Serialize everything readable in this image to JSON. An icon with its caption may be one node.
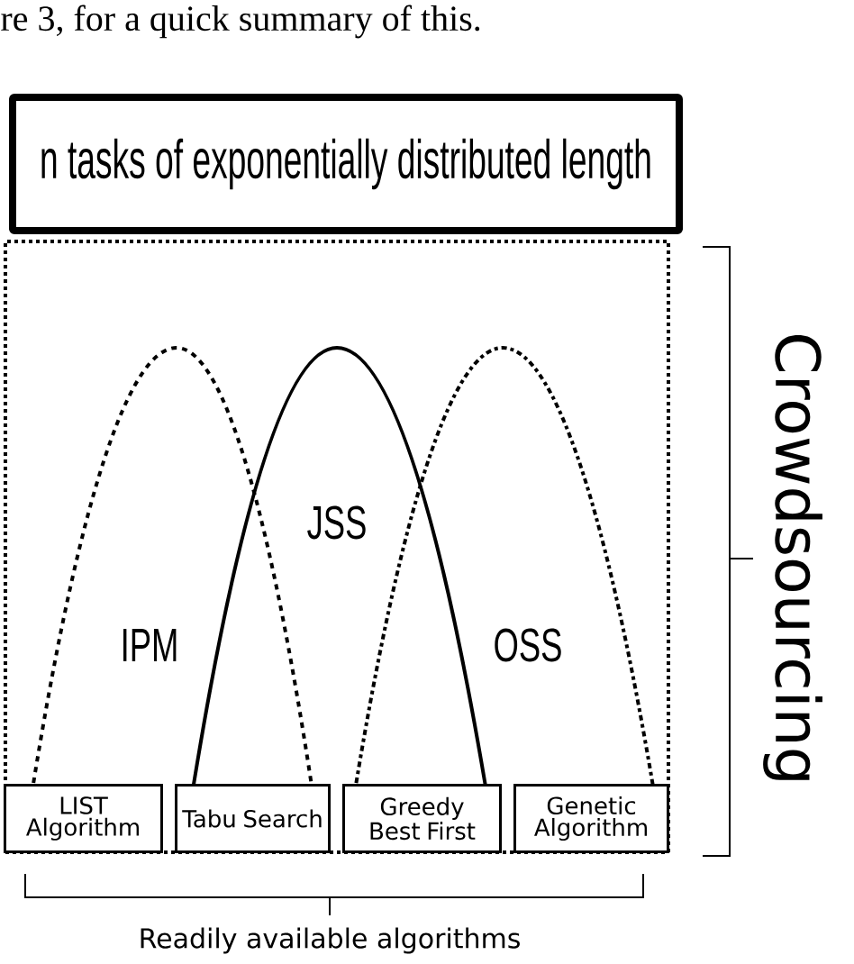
{
  "diagram": {
    "nodes": [
      {
        "text": [
          "n tasks of exponentially distributed length"
        ]
      },
      {
        "text": [],
        "shape": "box"
      },
      {
        "text": [
          "LIST Algorithm"
        ],
        "in": 1
      },
      {
        "text": [
          "Tabu Search"
        ],
        "in": 1
      },
      {
        "text": [
          "Greedy Best First"
        ],
        "in": 1
      },
      {
        "text": [
          "Genetic Algorithm"
        ],
        "in": 1
      }
    ],
    "labels": [
      "re 3, for a quick summary of this.",
      "IPM",
      "JSS",
      "OSS",
      "Crowdsourcing",
      "Readily available algorithms"
    ]
  }
}
